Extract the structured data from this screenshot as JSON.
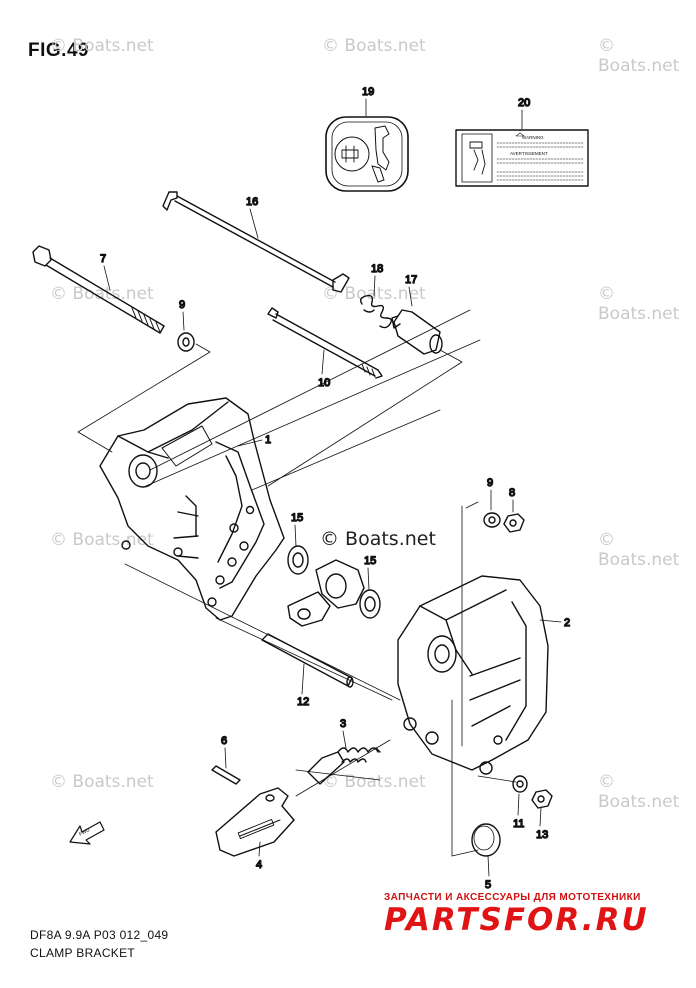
{
  "figure": {
    "title": "FIG.49",
    "code": "DF8A 9.9A P03 012_049",
    "caption": "CLAMP BRACKET"
  },
  "watermark": {
    "text": "© Boats.net",
    "color": "#c9c9c9"
  },
  "seller": {
    "tagline": "ЗАПЧАСТИ И АКСЕССУАРЫ ДЛЯ МОТОТЕХНИКИ",
    "name": "PARTSFOR.RU",
    "color": "#e01414"
  },
  "callouts": {
    "c1": "1",
    "c2": "2",
    "c3": "3",
    "c4": "4",
    "c5": "5",
    "c6": "6",
    "c7": "7",
    "c8": "8",
    "c9a": "9",
    "c9b": "9",
    "c10": "10",
    "c11": "11",
    "c12": "12",
    "c13": "13",
    "c15a": "15",
    "c15b": "15",
    "c16": "16",
    "c17": "17",
    "c18": "18",
    "c19": "19",
    "c20": "20"
  },
  "label_20": {
    "warning": "WARNING",
    "avertissement": "AVERTISSEMENT"
  },
  "fwd_arrow": "FWD"
}
